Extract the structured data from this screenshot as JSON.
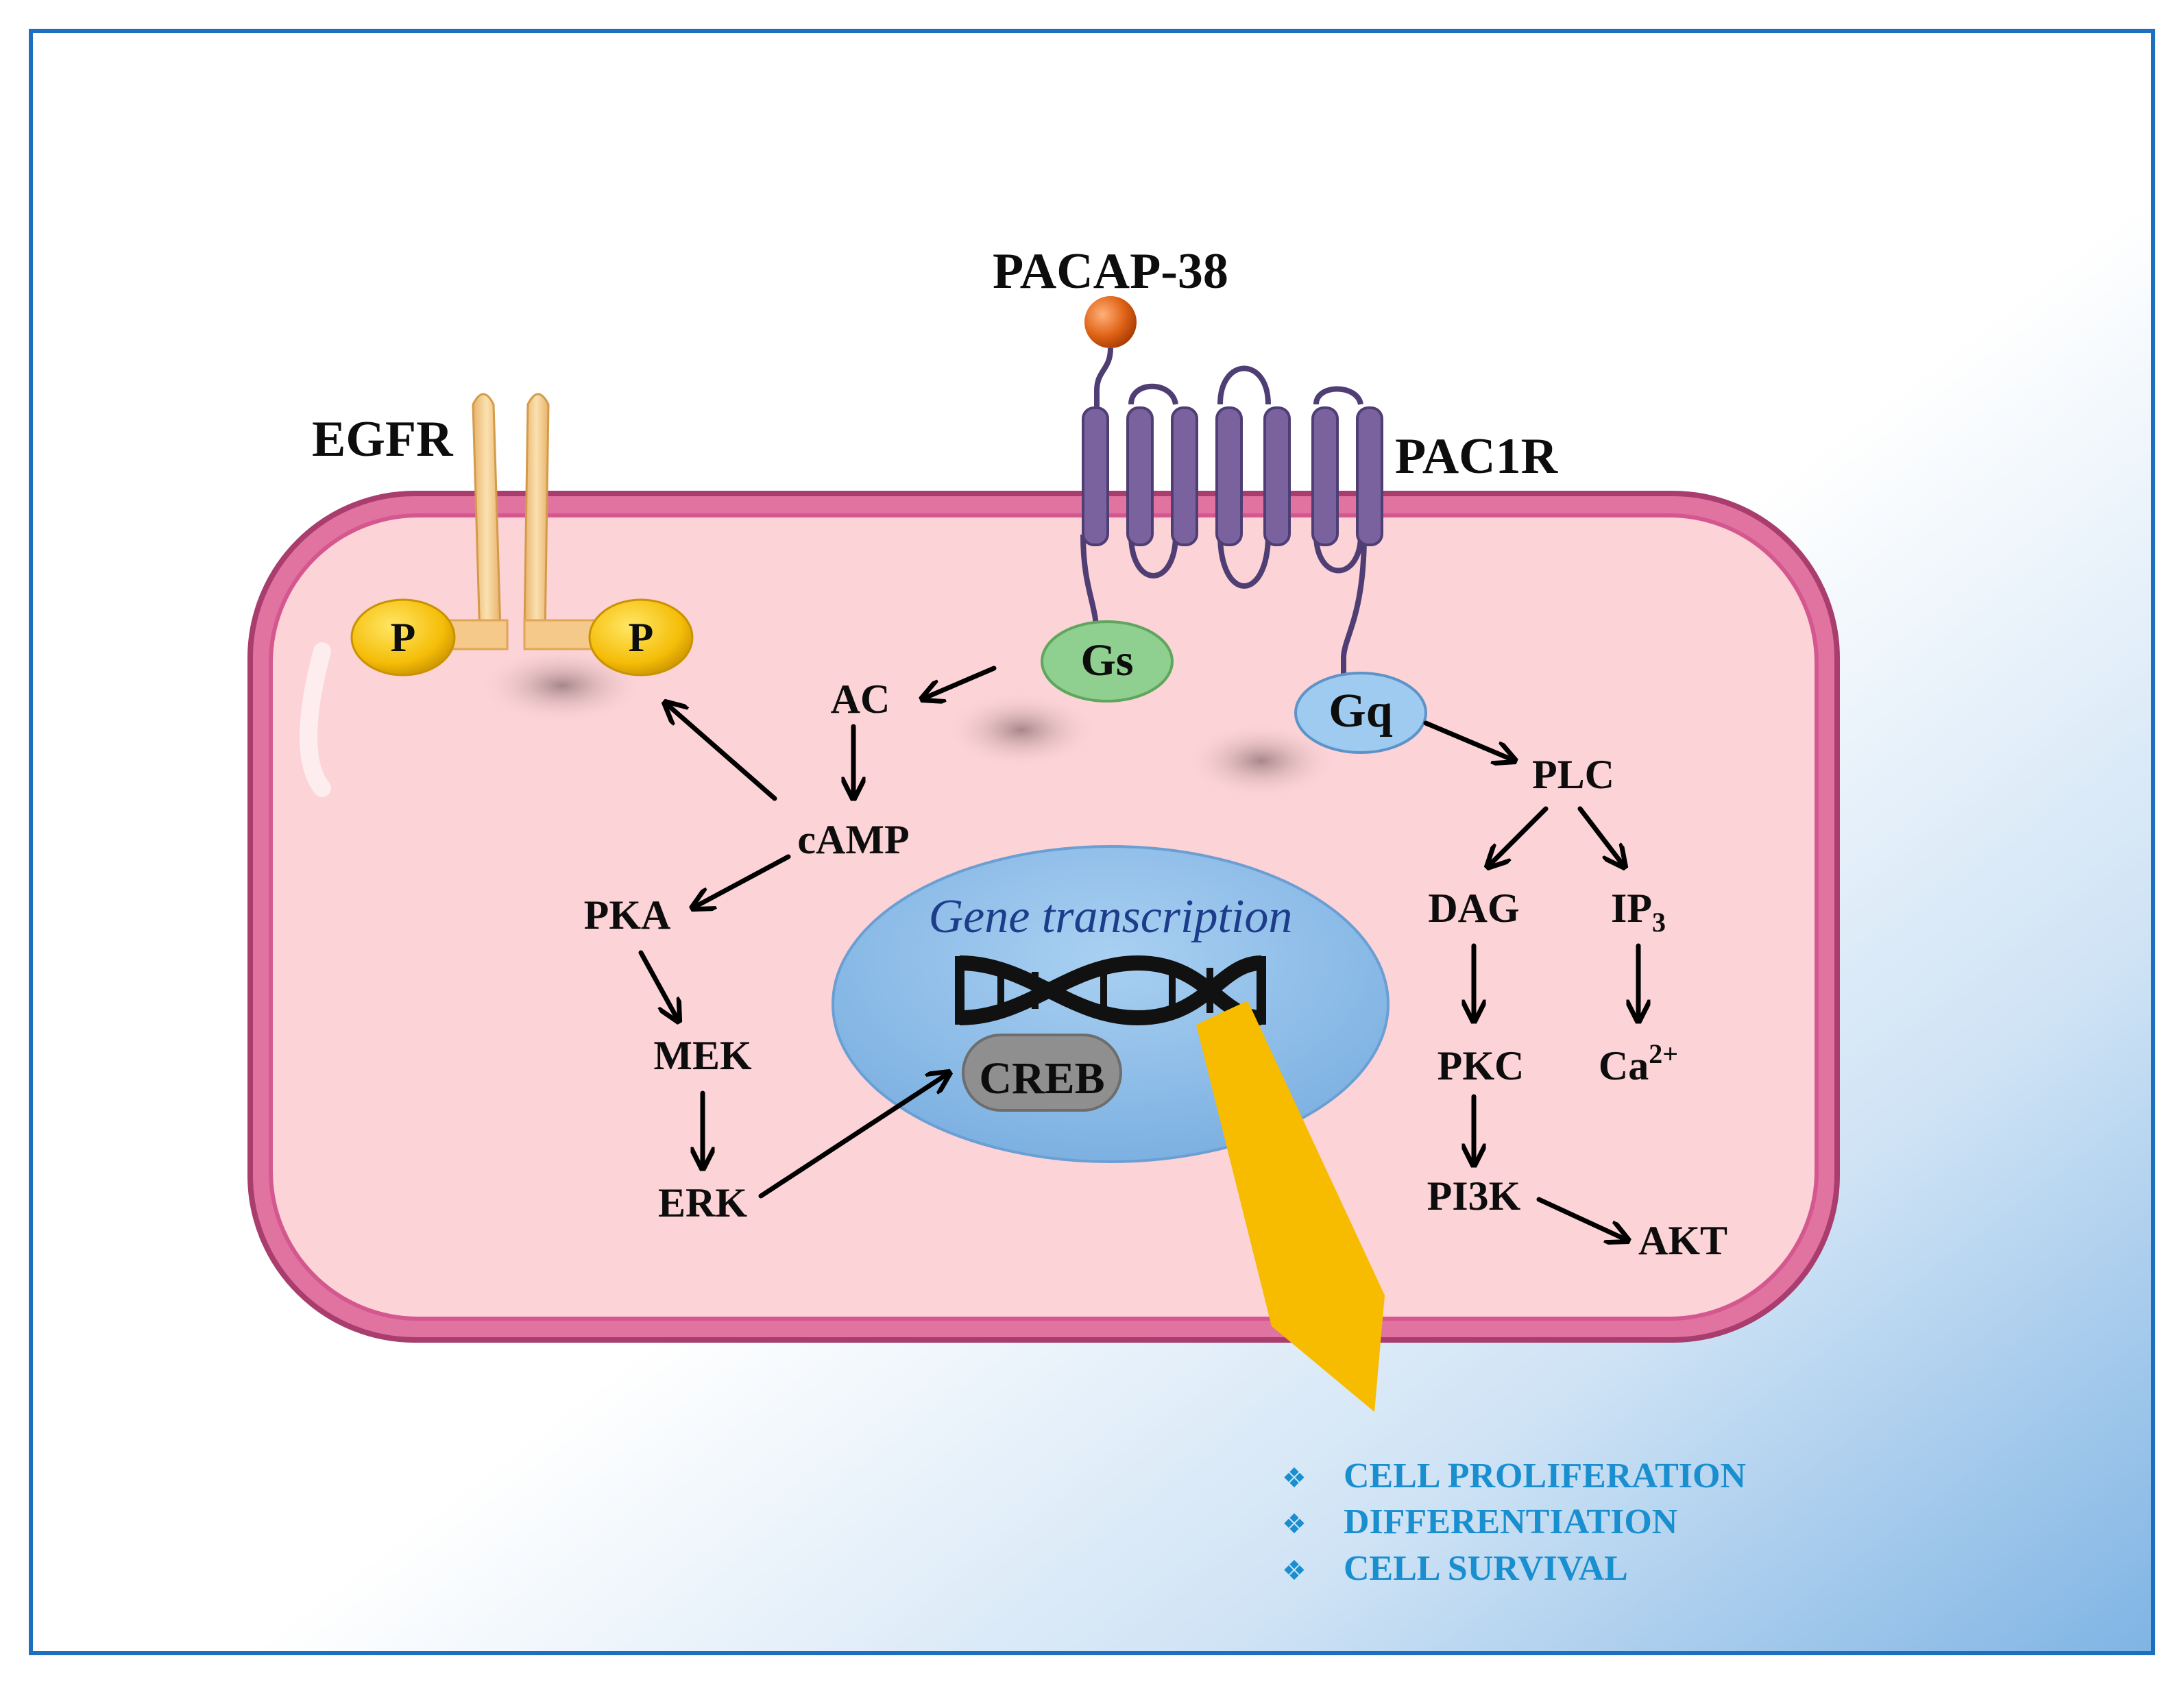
{
  "labels": {
    "ligand": "PACAP-38",
    "receptor": "PAC1R",
    "egfr": "EGFR",
    "phospho_left": "P",
    "phospho_right": "P",
    "gs": "Gs",
    "gq": "Gq",
    "ac": "AC",
    "camp": "cAMP",
    "pka": "PKA",
    "mek": "MEK",
    "erk": "ERK",
    "creb": "CREB",
    "gene_transcription": "Gene transcription",
    "plc": "PLC",
    "dag": "DAG",
    "ip3": "IP",
    "ip3_sub": "3",
    "pkc": "PKC",
    "ca": "Ca",
    "ca_sup": "2+",
    "pi3k": "PI3K",
    "akt": "AKT"
  },
  "outcomes": [
    "CELL PROLIFERATION",
    "DIFFERENTIATION",
    "CELL SURVIVAL"
  ],
  "outcome_bullet": "❖",
  "colors": {
    "frame": "#1f6fc0",
    "cell_fill": "#fcd3d6",
    "membrane": "#d4588f",
    "nucleus": "#8fbde8",
    "egfr": "#f1c27d",
    "phospho": "#f7c20a",
    "ligand": "#d95c12",
    "receptor": "#6a5490",
    "gs": "#8fcf8f",
    "gq": "#9ecbef",
    "creb": "#8f8f8f",
    "output_arrow": "#f7bb00",
    "outcome_text": "#1a8fd0"
  }
}
